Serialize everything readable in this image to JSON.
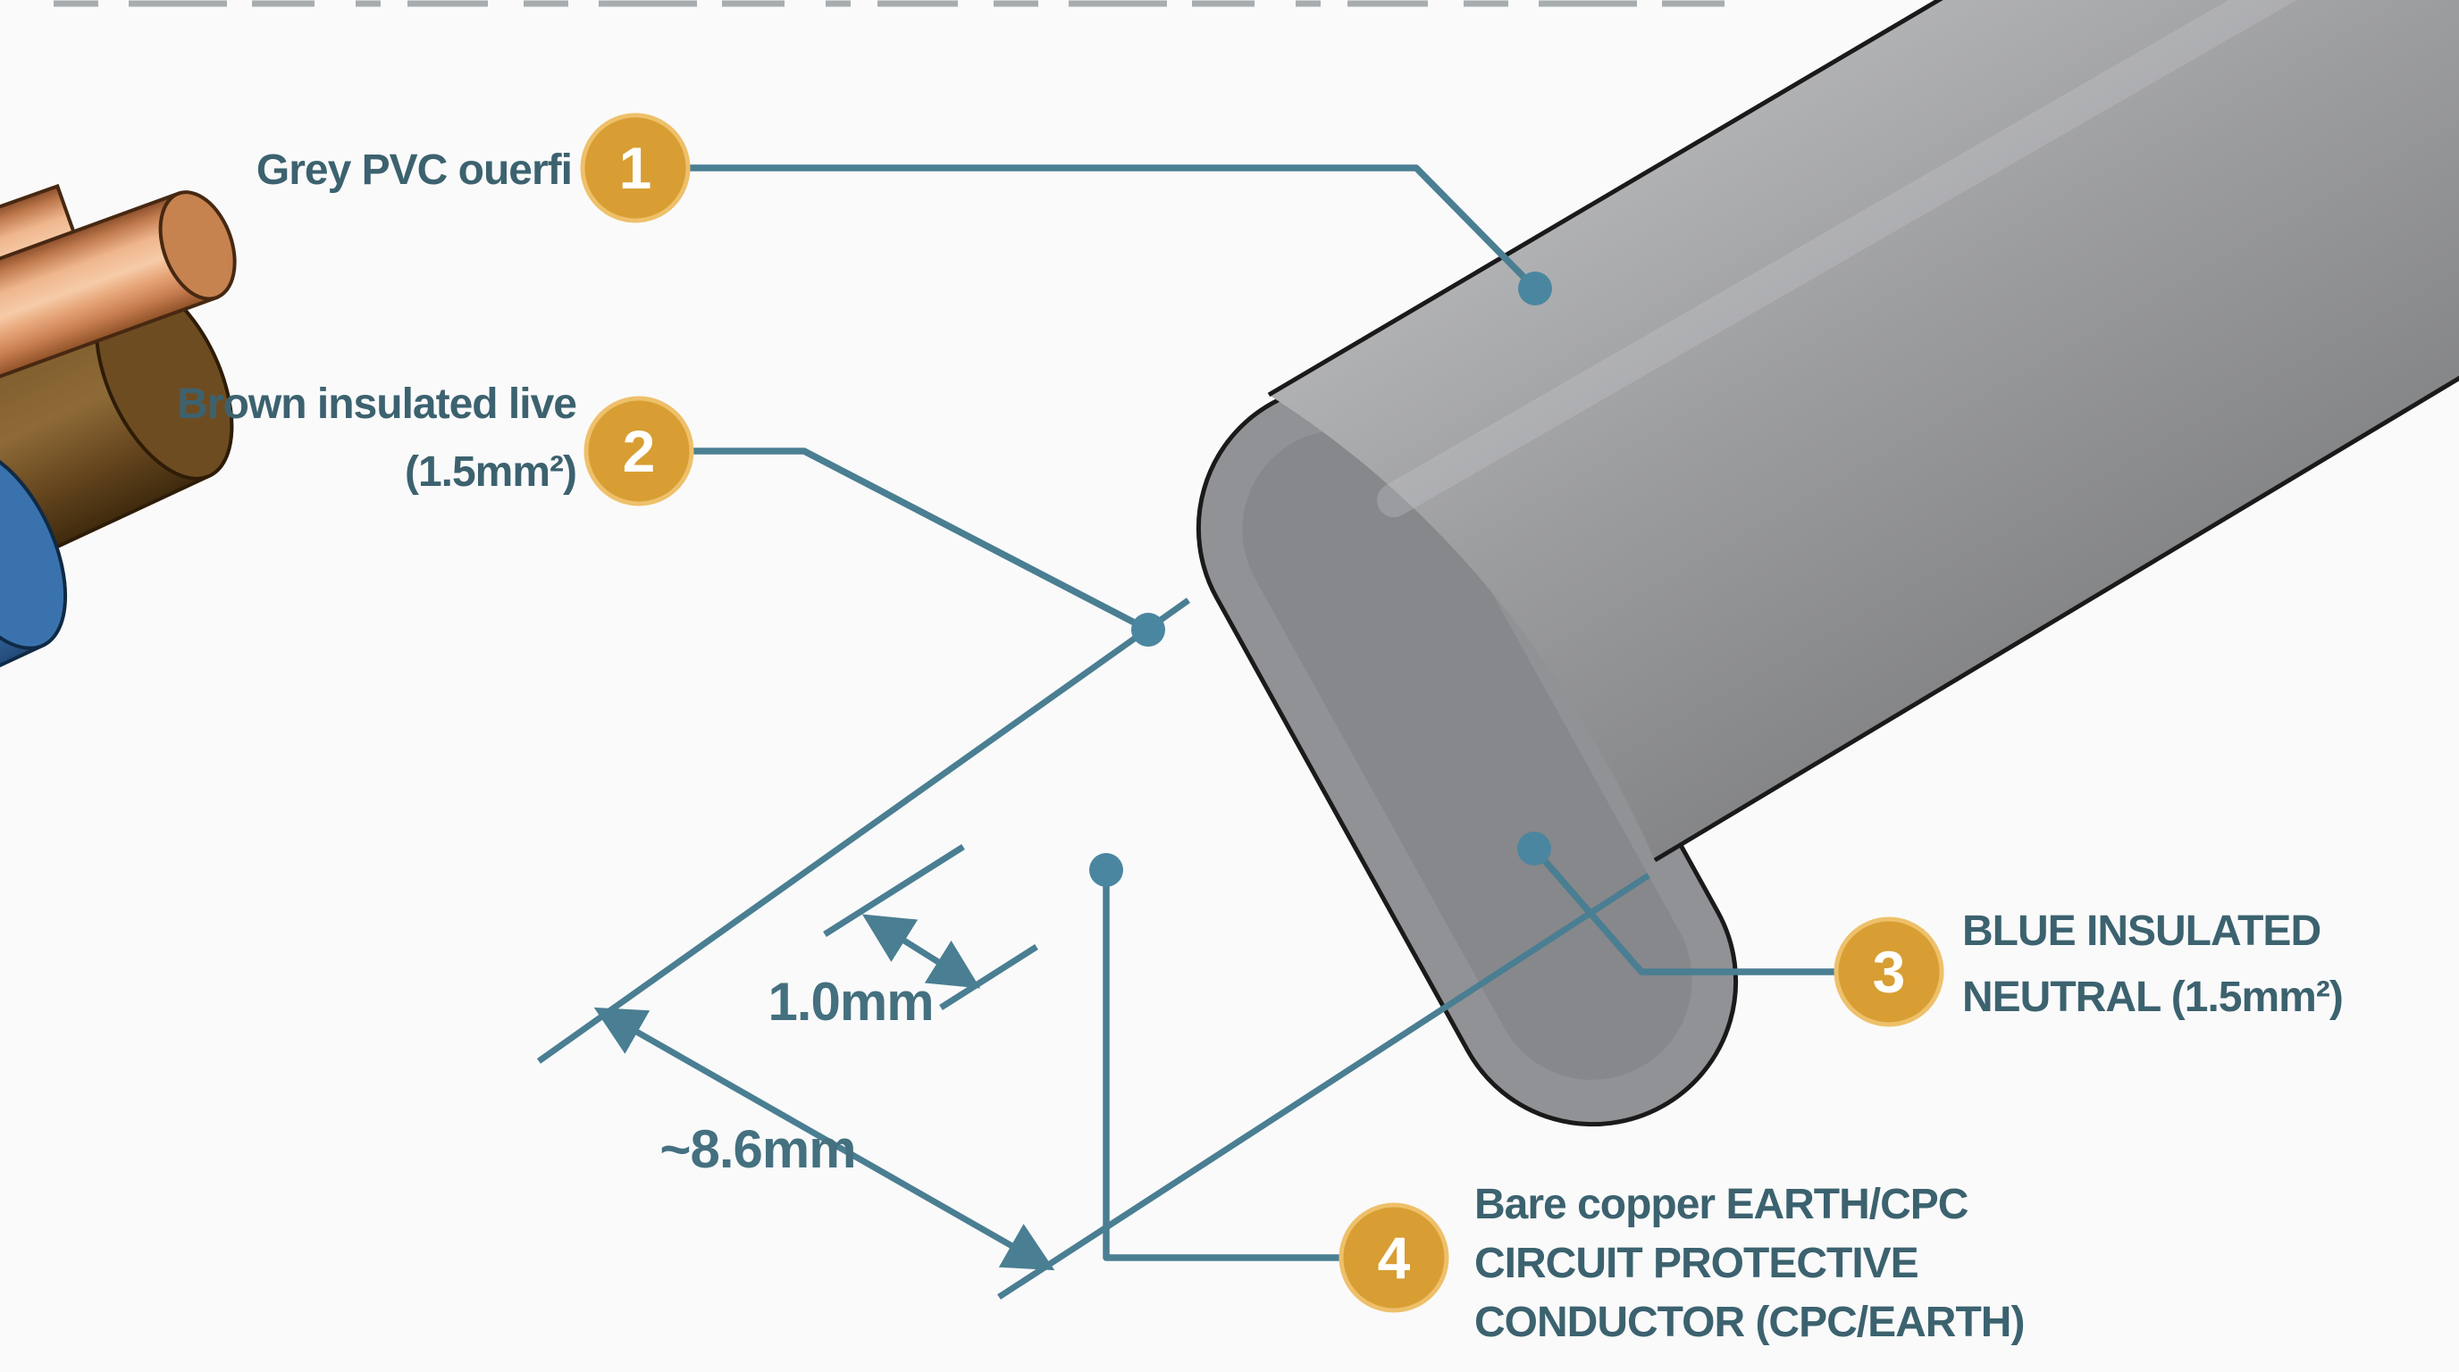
{
  "colors": {
    "background": "#fafafa",
    "badge_fill": "#d89e33",
    "badge_ring": "#eec06a",
    "badge_number": "#ffffff",
    "leader_line": "#4a7e92",
    "anchor_dot": "#4b86a0",
    "label_text": "#3c626f",
    "dimension_text": "#44707f",
    "sheath_grey": "#9a9b9d",
    "live_brown": "#7a5527",
    "neutral_blue": "#3a77bb",
    "copper": "#d98d62"
  },
  "callouts": [
    {
      "num": "1",
      "lines": [
        "Grey PVC ouerfi"
      ]
    },
    {
      "num": "2",
      "lines": [
        "Brown insulated live",
        "(1.5mm²)"
      ]
    },
    {
      "num": "3",
      "lines": [
        "BLUE INSULATED",
        "NEUTRAL (1.5mm²)"
      ]
    },
    {
      "num": "4",
      "lines": [
        "Bare copper EARTH/CPC",
        "CIRCUIT PROTECTIVE",
        "CONDUCTOR (CPC/EARTH)"
      ]
    }
  ],
  "dimensions": {
    "conductor_diameter": "1.0mm",
    "overall_width": "~8.6mm"
  }
}
